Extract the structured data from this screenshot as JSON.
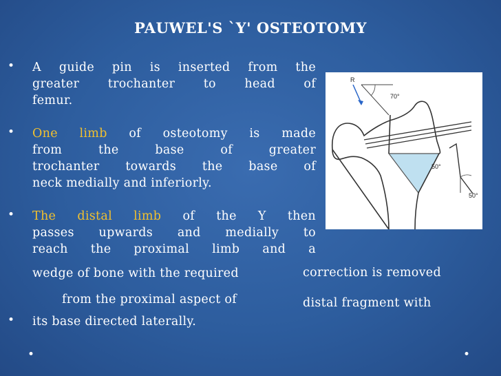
{
  "slide": {
    "title": "PAUWEL'S `Y' OSTEOTOMY",
    "lines": [
      "A  guide pin  is inserted from the",
      "greater  trochanter  to  head  of",
      "femur.",
      "",
      "from  the  base  of  greater",
      "trochanter  towards  the  base  of",
      "neck medially and inferiorly.",
      "",
      "passes  upwards  and  medially  to",
      "reach  the  proximal  limb  and  a",
      "wedge of bone with the required",
      "from the proximal aspect of",
      "its base directed laterally."
    ],
    "line4": {
      "hl": "One limb",
      "rest": " of osteotomy is made"
    },
    "line8": {
      "hl": "The distal limb",
      "rest": " of the Y then"
    },
    "right_text": [
      "correction is removed",
      "distal fragment with"
    ],
    "bullet_glyph": "•",
    "colors": {
      "background": "#2c5c9c",
      "highlight": "#f2c12e",
      "text": "#ffffff"
    }
  },
  "figure": {
    "labels": {
      "r": "R",
      "a1": "70°",
      "a2": "50°",
      "a3": "50°"
    }
  }
}
